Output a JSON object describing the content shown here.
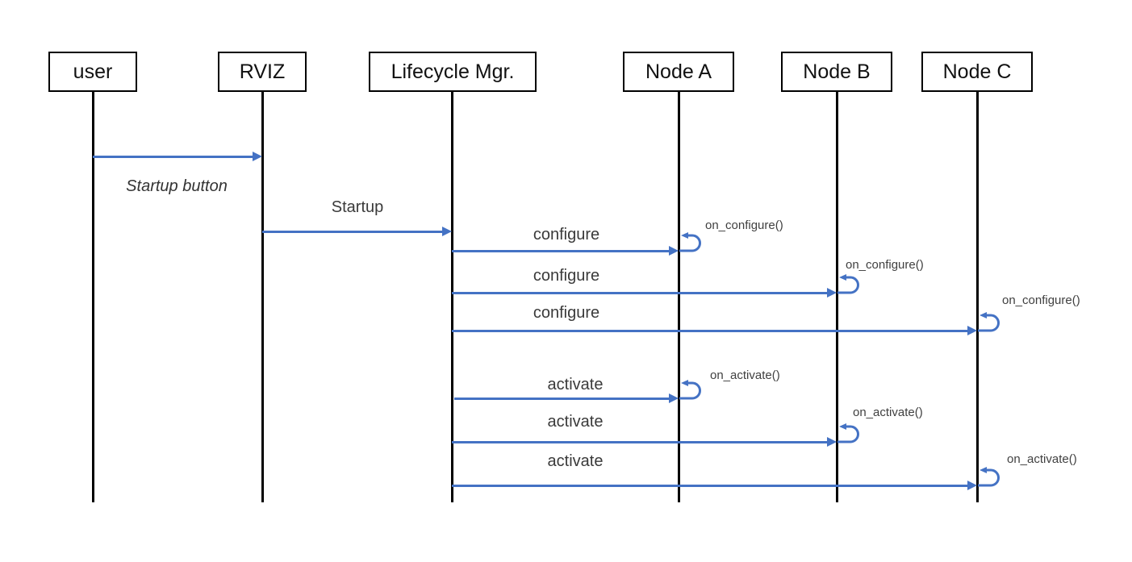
{
  "diagram_type": "sequence-diagram",
  "actors": [
    {
      "label": "user"
    },
    {
      "label": "RVIZ"
    },
    {
      "label": "Lifecycle Mgr."
    },
    {
      "label": "Node A"
    },
    {
      "label": "Node B"
    },
    {
      "label": "Node C"
    }
  ],
  "messages": [
    {
      "label": "Startup button",
      "from": "user",
      "to": "RVIZ",
      "label_style": "italic-below-arrow"
    },
    {
      "label": "Startup",
      "from": "RVIZ",
      "to": "Lifecycle Mgr."
    },
    {
      "label": "configure",
      "from": "Lifecycle Mgr.",
      "to": "Node A",
      "self_call": "on_configure()"
    },
    {
      "label": "configure",
      "from": "Lifecycle Mgr.",
      "to": "Node B",
      "self_call": "on_configure()"
    },
    {
      "label": "configure",
      "from": "Lifecycle Mgr.",
      "to": "Node C",
      "self_call": "on_configure()"
    },
    {
      "label": "activate",
      "from": "Lifecycle Mgr.",
      "to": "Node A",
      "self_call": "on_activate()"
    },
    {
      "label": "activate",
      "from": "Lifecycle Mgr.",
      "to": "Node B",
      "self_call": "on_activate()"
    },
    {
      "label": "activate",
      "from": "Lifecycle Mgr.",
      "to": "Node C",
      "self_call": "on_activate()"
    }
  ],
  "colors": {
    "arrow": "#4472C4",
    "lifeline": "#000000",
    "actor_border": "#000000",
    "actor_text": "#111111",
    "message_text": "#3a3a3a",
    "background": "#ffffff"
  }
}
